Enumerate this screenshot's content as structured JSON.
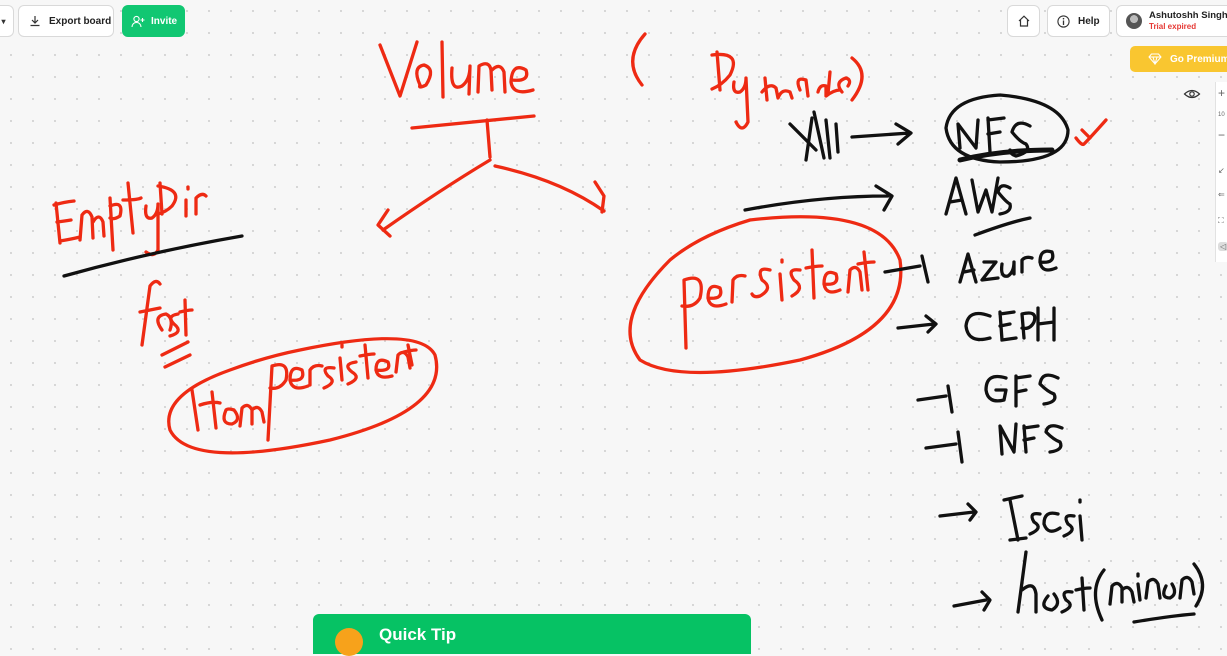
{
  "toolbar": {
    "export_label": "Export board",
    "invite_label": "Invite",
    "help_label": "Help",
    "premium_label": "Go Premium"
  },
  "user": {
    "name": "Ashutoshh Singh",
    "status": "Trial expired"
  },
  "zoom_label": "10",
  "icons": {
    "dropdown": "chevron-down-icon",
    "export": "download-icon",
    "invite": "add-user-icon",
    "home": "home-icon",
    "help": "info-icon",
    "premium": "diamond-icon",
    "view": "eye-icon"
  },
  "colors": {
    "invite_green": "#11c772",
    "premium_yellow": "#f9c630",
    "ink_red": "#ee2a13",
    "ink_black": "#111111",
    "tip_green": "#06c264"
  },
  "quick_tip": {
    "title": "Quick Tip"
  }
}
